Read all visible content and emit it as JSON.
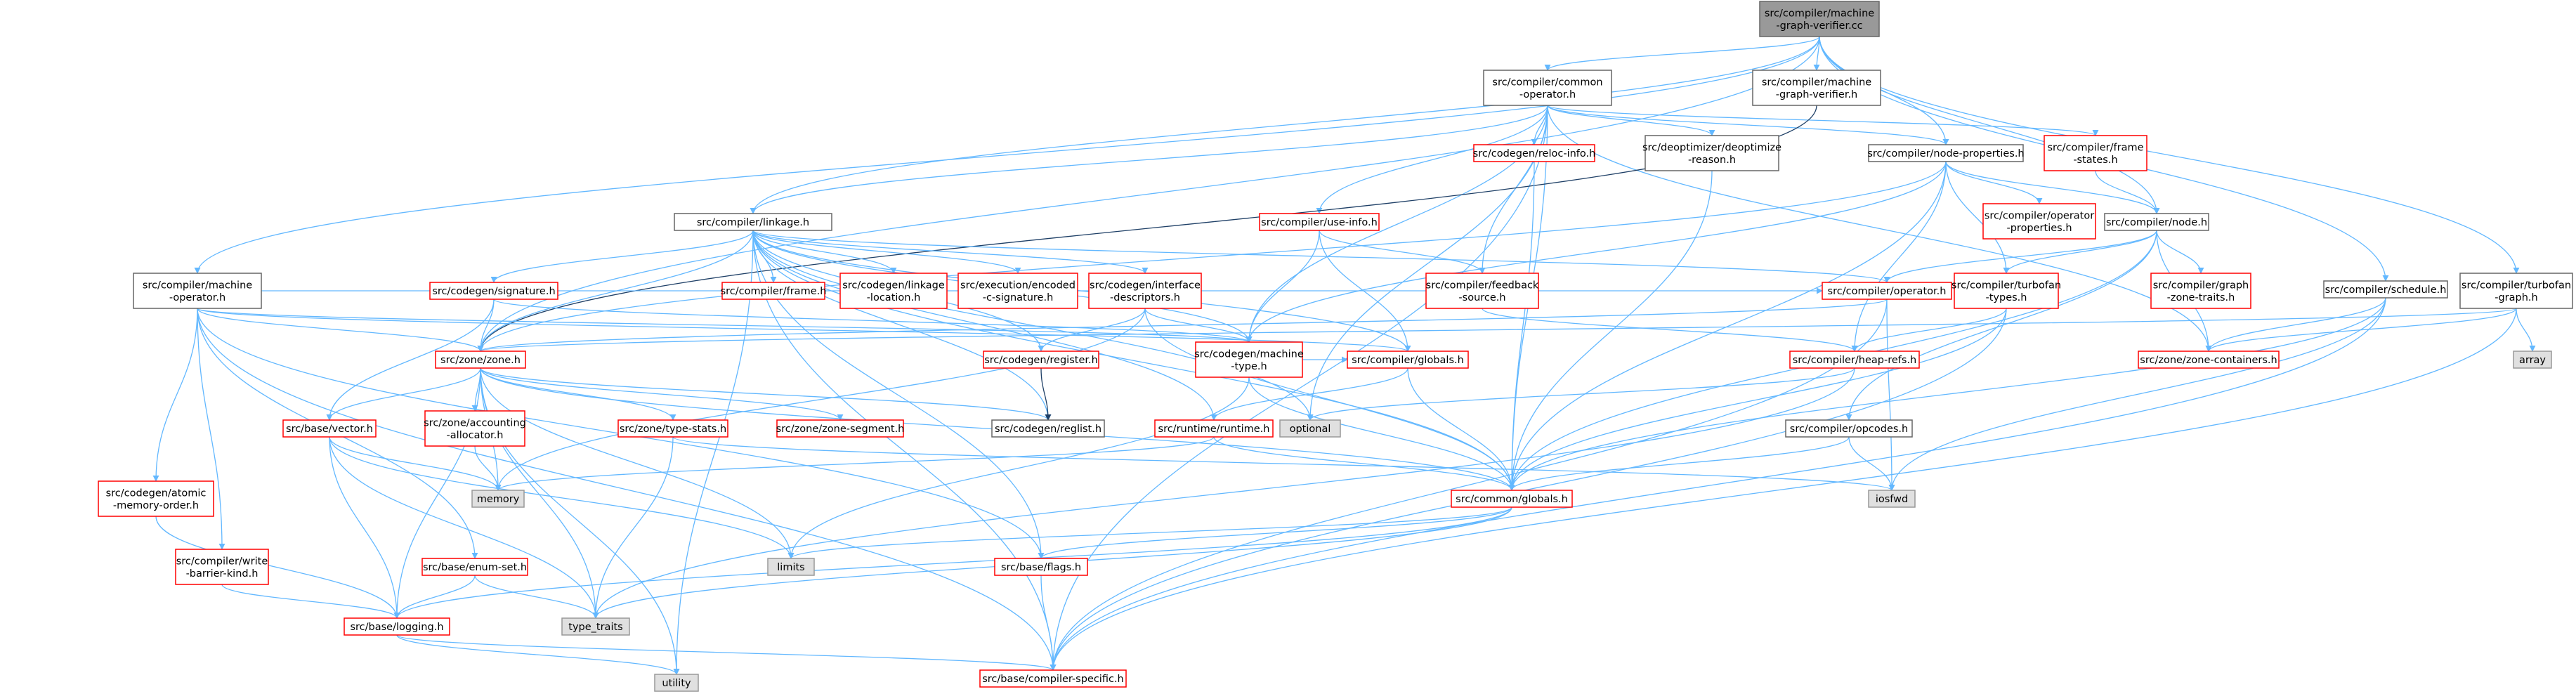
{
  "title": "src/compiler/machine-graph-verifier.cc",
  "colors": {
    "edge": "#63b8ff",
    "edge_dark": "#1e3f66",
    "root_fill": "#999999",
    "root_border": "#666666",
    "project_border": "#666666",
    "incomplete_border": "#ff0000",
    "system_fill": "#e0e0e0",
    "system_border": "#999999"
  },
  "nodes": [
    {
      "id": "root",
      "lines": [
        "src/compiler/machine",
        "-graph-verifier.cc"
      ],
      "kind": "root"
    },
    {
      "id": "common_operator",
      "lines": [
        "src/compiler/common",
        "-operator.h"
      ],
      "kind": "project"
    },
    {
      "id": "mgv_h",
      "lines": [
        "src/compiler/machine",
        "-graph-verifier.h"
      ],
      "kind": "project"
    },
    {
      "id": "linkage",
      "lines": [
        "src/compiler/linkage.h"
      ],
      "kind": "project"
    },
    {
      "id": "machine_operator",
      "lines": [
        "src/compiler/machine",
        "-operator.h"
      ],
      "kind": "project"
    },
    {
      "id": "reloc_info",
      "lines": [
        "src/codegen/reloc-info.h"
      ],
      "kind": "incomplete"
    },
    {
      "id": "deoptimize_reason",
      "lines": [
        "src/deoptimizer/deoptimize",
        "-reason.h"
      ],
      "kind": "project"
    },
    {
      "id": "node_properties",
      "lines": [
        "src/compiler/node-properties.h"
      ],
      "kind": "project"
    },
    {
      "id": "frame_states",
      "lines": [
        "src/compiler/frame",
        "-states.h"
      ],
      "kind": "incomplete"
    },
    {
      "id": "use_info",
      "lines": [
        "src/compiler/use-info.h"
      ],
      "kind": "incomplete"
    },
    {
      "id": "operator_properties",
      "lines": [
        "src/compiler/operator",
        "-properties.h"
      ],
      "kind": "incomplete"
    },
    {
      "id": "node_h",
      "lines": [
        "src/compiler/node.h"
      ],
      "kind": "project"
    },
    {
      "id": "schedule",
      "lines": [
        "src/compiler/schedule.h"
      ],
      "kind": "project"
    },
    {
      "id": "turbofan_graph",
      "lines": [
        "src/compiler/turbofan",
        "-graph.h"
      ],
      "kind": "project"
    },
    {
      "id": "signature",
      "lines": [
        "src/codegen/signature.h"
      ],
      "kind": "incomplete"
    },
    {
      "id": "frame",
      "lines": [
        "src/compiler/frame.h"
      ],
      "kind": "incomplete"
    },
    {
      "id": "linkage_location",
      "lines": [
        "src/codegen/linkage",
        "-location.h"
      ],
      "kind": "incomplete"
    },
    {
      "id": "encoded_c_signature",
      "lines": [
        "src/execution/encoded",
        "-c-signature.h"
      ],
      "kind": "incomplete"
    },
    {
      "id": "interface_descriptors",
      "lines": [
        "src/codegen/interface",
        "-descriptors.h"
      ],
      "kind": "incomplete"
    },
    {
      "id": "feedback_source",
      "lines": [
        "src/compiler/feedback",
        "-source.h"
      ],
      "kind": "incomplete"
    },
    {
      "id": "operator_h",
      "lines": [
        "src/compiler/operator.h"
      ],
      "kind": "incomplete"
    },
    {
      "id": "turbofan_types",
      "lines": [
        "src/compiler/turbofan",
        "-types.h"
      ],
      "kind": "incomplete"
    },
    {
      "id": "graph_zone_traits",
      "lines": [
        "src/compiler/graph",
        "-zone-traits.h"
      ],
      "kind": "incomplete"
    },
    {
      "id": "zone_h",
      "lines": [
        "src/zone/zone.h"
      ],
      "kind": "incomplete"
    },
    {
      "id": "machine_type",
      "lines": [
        "src/codegen/machine",
        "-type.h"
      ],
      "kind": "incomplete"
    },
    {
      "id": "compiler_globals",
      "lines": [
        "src/compiler/globals.h"
      ],
      "kind": "incomplete"
    },
    {
      "id": "register_h",
      "lines": [
        "src/codegen/register.h"
      ],
      "kind": "incomplete"
    },
    {
      "id": "heap_refs",
      "lines": [
        "src/compiler/heap-refs.h"
      ],
      "kind": "incomplete"
    },
    {
      "id": "zone_containers",
      "lines": [
        "src/zone/zone-containers.h"
      ],
      "kind": "incomplete"
    },
    {
      "id": "array",
      "lines": [
        "array"
      ],
      "kind": "system"
    },
    {
      "id": "vector",
      "lines": [
        "src/base/vector.h"
      ],
      "kind": "incomplete"
    },
    {
      "id": "accounting_allocator",
      "lines": [
        "src/zone/accounting",
        "-allocator.h"
      ],
      "kind": "incomplete"
    },
    {
      "id": "type_stats",
      "lines": [
        "src/zone/type-stats.h"
      ],
      "kind": "incomplete"
    },
    {
      "id": "zone_segment",
      "lines": [
        "src/zone/zone-segment.h"
      ],
      "kind": "incomplete"
    },
    {
      "id": "reglist",
      "lines": [
        "src/codegen/reglist.h"
      ],
      "kind": "project"
    },
    {
      "id": "optional",
      "lines": [
        "optional"
      ],
      "kind": "system"
    },
    {
      "id": "runtime",
      "lines": [
        "src/runtime/runtime.h"
      ],
      "kind": "incomplete"
    },
    {
      "id": "opcodes",
      "lines": [
        "src/compiler/opcodes.h"
      ],
      "kind": "project"
    },
    {
      "id": "atomic_memory_order",
      "lines": [
        "src/codegen/atomic",
        "-memory-order.h"
      ],
      "kind": "incomplete"
    },
    {
      "id": "memory",
      "lines": [
        "memory"
      ],
      "kind": "system"
    },
    {
      "id": "common_globals",
      "lines": [
        "src/common/globals.h"
      ],
      "kind": "incomplete"
    },
    {
      "id": "iosfwd",
      "lines": [
        "iosfwd"
      ],
      "kind": "system"
    },
    {
      "id": "write_barrier_kind",
      "lines": [
        "src/compiler/write",
        "-barrier-kind.h"
      ],
      "kind": "incomplete"
    },
    {
      "id": "enum_set",
      "lines": [
        "src/base/enum-set.h"
      ],
      "kind": "incomplete"
    },
    {
      "id": "limits",
      "lines": [
        "limits"
      ],
      "kind": "system"
    },
    {
      "id": "flags",
      "lines": [
        "src/base/flags.h"
      ],
      "kind": "incomplete"
    },
    {
      "id": "logging",
      "lines": [
        "src/base/logging.h"
      ],
      "kind": "incomplete"
    },
    {
      "id": "type_traits",
      "lines": [
        "type_traits"
      ],
      "kind": "system"
    },
    {
      "id": "utility",
      "lines": [
        "utility"
      ],
      "kind": "system"
    },
    {
      "id": "compiler_specific",
      "lines": [
        "src/base/compiler-specific.h"
      ],
      "kind": "incomplete"
    }
  ],
  "edges": [
    [
      "root",
      "common_operator"
    ],
    [
      "root",
      "mgv_h"
    ],
    [
      "root",
      "linkage"
    ],
    [
      "root",
      "machine_operator"
    ],
    [
      "root",
      "node_properties"
    ],
    [
      "root",
      "node_h"
    ],
    [
      "root",
      "schedule"
    ],
    [
      "root",
      "turbofan_graph"
    ],
    [
      "root",
      "zone_h"
    ],
    [
      "common_operator",
      "linkage"
    ],
    [
      "common_operator",
      "reloc_info"
    ],
    [
      "common_operator",
      "deoptimize_reason"
    ],
    [
      "common_operator",
      "node_properties"
    ],
    [
      "common_operator",
      "frame_states"
    ],
    [
      "common_operator",
      "use_info"
    ],
    [
      "common_operator",
      "feedback_source"
    ],
    [
      "common_operator",
      "machine_type"
    ],
    [
      "common_operator",
      "zone_containers"
    ],
    [
      "common_operator",
      "common_globals"
    ],
    [
      "common_operator",
      "optional"
    ],
    [
      "common_operator",
      "compiler_specific"
    ],
    [
      "mgv_h",
      "zone_h"
    ],
    [
      "linkage",
      "signature"
    ],
    [
      "linkage",
      "frame"
    ],
    [
      "linkage",
      "linkage_location"
    ],
    [
      "linkage",
      "encoded_c_signature"
    ],
    [
      "linkage",
      "interface_descriptors"
    ],
    [
      "linkage",
      "operator_h"
    ],
    [
      "linkage",
      "machine_type"
    ],
    [
      "linkage",
      "compiler_globals"
    ],
    [
      "linkage",
      "register_h"
    ],
    [
      "linkage",
      "zone_h"
    ],
    [
      "linkage",
      "reglist"
    ],
    [
      "linkage",
      "optional"
    ],
    [
      "linkage",
      "common_globals"
    ],
    [
      "linkage",
      "flags"
    ],
    [
      "linkage",
      "compiler_specific"
    ],
    [
      "linkage",
      "utility"
    ],
    [
      "linkage",
      "runtime"
    ],
    [
      "machine_operator",
      "zone_h"
    ],
    [
      "machine_operator",
      "machine_type"
    ],
    [
      "machine_operator",
      "atomic_memory_order"
    ],
    [
      "machine_operator",
      "write_barrier_kind"
    ],
    [
      "machine_operator",
      "compiler_globals"
    ],
    [
      "machine_operator",
      "enum_set"
    ],
    [
      "machine_operator",
      "flags"
    ],
    [
      "machine_operator",
      "compiler_specific"
    ],
    [
      "machine_operator",
      "operator_h"
    ],
    [
      "reloc_info",
      "common_globals"
    ],
    [
      "deoptimize_reason",
      "common_globals"
    ],
    [
      "node_properties",
      "operator_properties"
    ],
    [
      "node_properties",
      "node_h"
    ],
    [
      "node_properties",
      "turbofan_types"
    ],
    [
      "node_properties",
      "heap_refs"
    ],
    [
      "node_properties",
      "machine_type"
    ],
    [
      "node_properties",
      "common_globals"
    ],
    [
      "node_properties",
      "zone_h"
    ],
    [
      "frame_states",
      "node_h"
    ],
    [
      "use_info",
      "machine_type"
    ],
    [
      "use_info",
      "feedback_source"
    ],
    [
      "use_info",
      "compiler_globals"
    ],
    [
      "node_h",
      "operator_h"
    ],
    [
      "node_h",
      "turbofan_types"
    ],
    [
      "node_h",
      "graph_zone_traits"
    ],
    [
      "node_h",
      "zone_containers"
    ],
    [
      "node_h",
      "common_globals"
    ],
    [
      "node_h",
      "opcodes"
    ],
    [
      "schedule",
      "zone_containers"
    ],
    [
      "schedule",
      "common_globals"
    ],
    [
      "schedule",
      "iosfwd"
    ],
    [
      "schedule",
      "compiler_specific"
    ],
    [
      "turbofan_graph",
      "zone_containers"
    ],
    [
      "turbofan_graph",
      "array"
    ],
    [
      "turbofan_graph",
      "zone_h"
    ],
    [
      "turbofan_graph",
      "compiler_specific"
    ],
    [
      "signature",
      "zone_h"
    ],
    [
      "signature",
      "machine_type"
    ],
    [
      "signature",
      "vector"
    ],
    [
      "interface_descriptors",
      "machine_type"
    ],
    [
      "interface_descriptors",
      "register_h"
    ],
    [
      "interface_descriptors",
      "memory"
    ],
    [
      "interface_descriptors",
      "common_globals"
    ],
    [
      "feedback_source",
      "heap_refs"
    ],
    [
      "operator_h",
      "zone_h"
    ],
    [
      "operator_h",
      "iosfwd"
    ],
    [
      "operator_h",
      "compiler_specific"
    ],
    [
      "turbofan_types",
      "heap_refs"
    ],
    [
      "turbofan_types",
      "common_globals"
    ],
    [
      "turbofan_types",
      "compiler_specific"
    ],
    [
      "zone_h",
      "vector"
    ],
    [
      "zone_h",
      "accounting_allocator"
    ],
    [
      "zone_h",
      "type_stats"
    ],
    [
      "zone_h",
      "zone_segment"
    ],
    [
      "zone_h",
      "memory"
    ],
    [
      "zone_h",
      "limits"
    ],
    [
      "zone_h",
      "type_traits"
    ],
    [
      "zone_h",
      "utility"
    ],
    [
      "zone_h",
      "common_globals"
    ],
    [
      "zone_h",
      "reglist"
    ],
    [
      "zone_h",
      "logging"
    ],
    [
      "machine_type",
      "compiler_globals"
    ],
    [
      "machine_type",
      "common_globals"
    ],
    [
      "machine_type",
      "limits"
    ],
    [
      "compiler_globals",
      "runtime"
    ],
    [
      "compiler_globals",
      "common_globals"
    ],
    [
      "register_h",
      "reglist"
    ],
    [
      "heap_refs",
      "optional"
    ],
    [
      "heap_refs",
      "type_traits"
    ],
    [
      "vector",
      "memory"
    ],
    [
      "vector",
      "logging"
    ],
    [
      "vector",
      "type_traits"
    ],
    [
      "vector",
      "limits"
    ],
    [
      "accounting_allocator",
      "memory"
    ],
    [
      "type_stats",
      "iosfwd"
    ],
    [
      "type_stats",
      "type_traits"
    ],
    [
      "runtime",
      "memory"
    ],
    [
      "runtime",
      "common_globals"
    ],
    [
      "opcodes",
      "iosfwd"
    ],
    [
      "opcodes",
      "common_globals"
    ],
    [
      "atomic_memory_order",
      "logging"
    ],
    [
      "common_globals",
      "limits"
    ],
    [
      "common_globals",
      "flags"
    ],
    [
      "common_globals",
      "logging"
    ],
    [
      "common_globals",
      "type_traits"
    ],
    [
      "write_barrier_kind",
      "logging"
    ],
    [
      "enum_set",
      "type_traits"
    ],
    [
      "enum_set",
      "logging"
    ],
    [
      "flags",
      "compiler_specific"
    ],
    [
      "logging",
      "compiler_specific"
    ],
    [
      "logging",
      "utility"
    ]
  ]
}
